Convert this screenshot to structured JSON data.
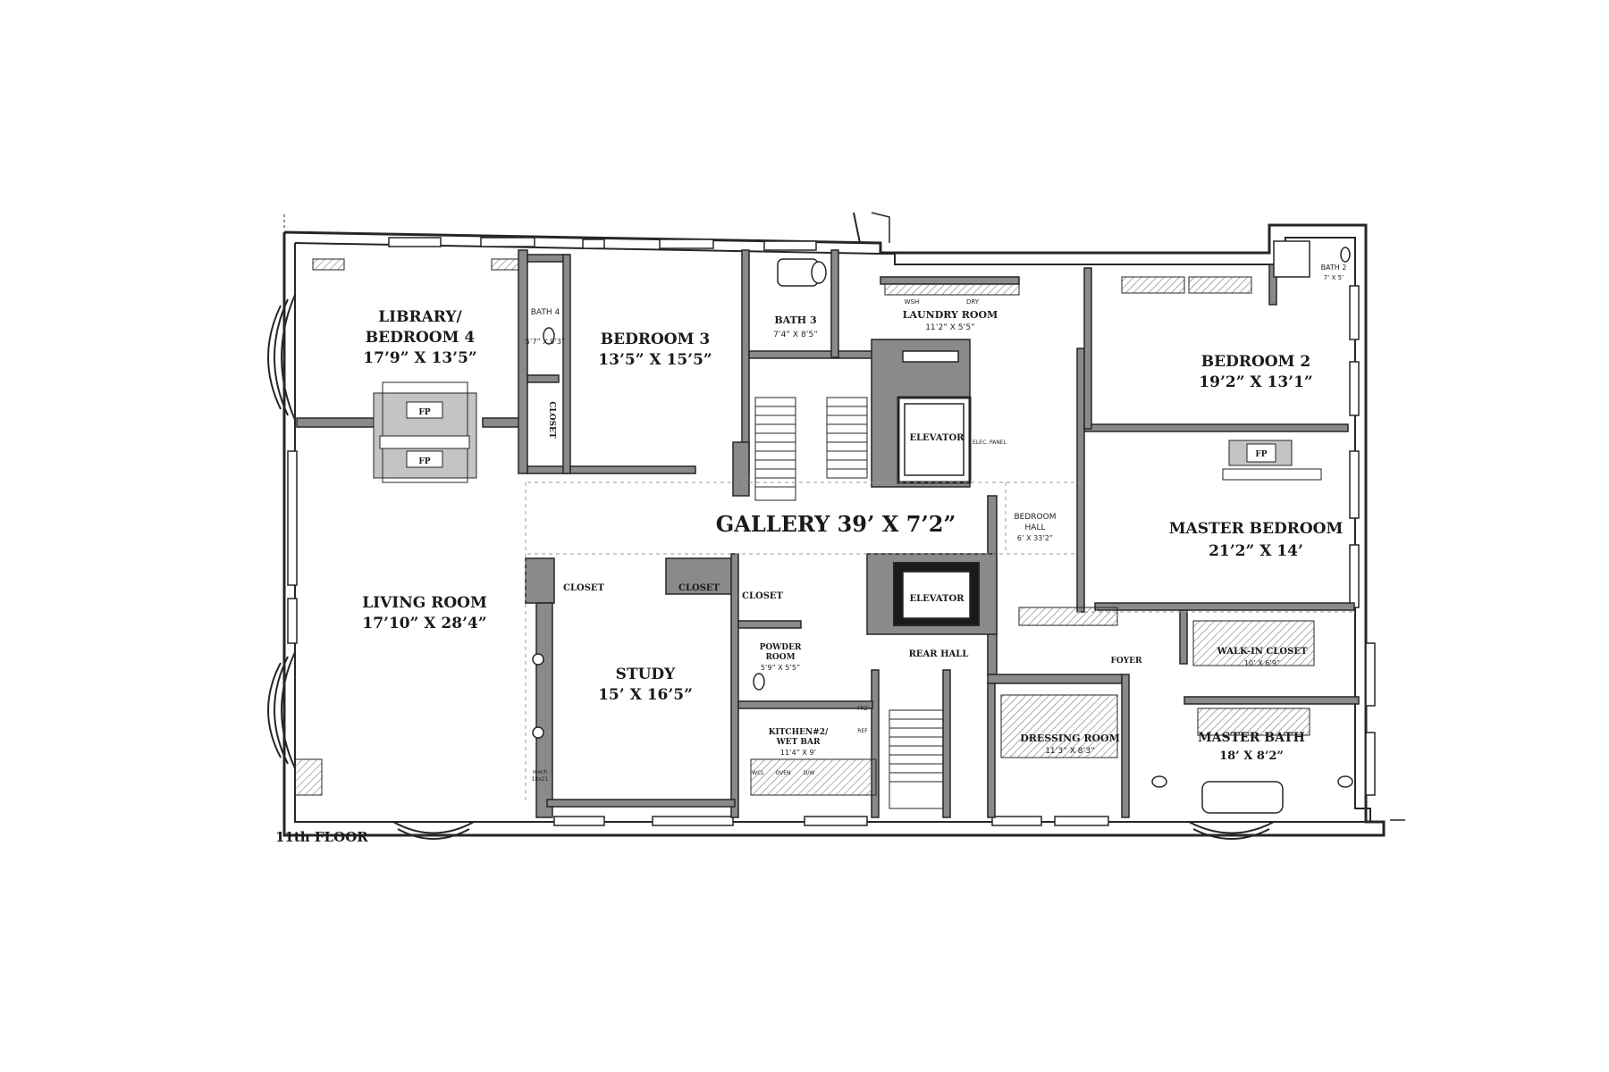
{
  "floor_label": "11th FLOOR",
  "rooms": {
    "library": {
      "name_line1": "LIBRARY/",
      "name_line2": "BEDROOM 4",
      "dims": "17’9” X 13’5”"
    },
    "bedroom3": {
      "name": "BEDROOM 3",
      "dims": "13’5” X 15’5”"
    },
    "bath4": {
      "name": "BATH 4",
      "dims": "5’7” X 9’3”"
    },
    "bath3": {
      "name": "BATH 3",
      "dims": "7’4” X 8’5”"
    },
    "laundry": {
      "name": "LAUNDRY ROOM",
      "dims": "11’2” X 5’5”",
      "wsh": "WSH",
      "dry": "DRY"
    },
    "bath2": {
      "name": "BATH 2",
      "dims": "7’ X 5’"
    },
    "bedroom2": {
      "name": "BEDROOM 2",
      "dims": "19’2” X 13’1”"
    },
    "elevator_main": {
      "name": "ELEVATOR"
    },
    "elevator_rear": {
      "name": "ELEVATOR"
    },
    "elec_panel": {
      "name": "ELEC. PANEL"
    },
    "gallery": {
      "name": "GALLERY 39’ X 7’2”"
    },
    "bedroom_hall": {
      "line1": "BEDROOM",
      "line2": "HALL",
      "dims": "6’ X 33’2”"
    },
    "master_bedroom": {
      "name": "MASTER BEDROOM",
      "dims": "21’2” X 14’"
    },
    "living_room": {
      "name": "LIVING ROOM",
      "dims": "17’10” X 28’4”"
    },
    "study": {
      "name": "STUDY",
      "dims": "15’ X 16’5”"
    },
    "closet_left": {
      "name": "CLOSET"
    },
    "closet_mid": {
      "name": "CLOSET"
    },
    "closet_right": {
      "name": "CLOSET"
    },
    "closet_vertical": {
      "name": "CLOSET"
    },
    "powder_room": {
      "line1": "POWDER",
      "line2": "ROOM",
      "dims": "5’9” X 5’5”"
    },
    "kitchen2": {
      "line1": "KITCHEN#2/",
      "line2": "WET BAR",
      "dims": "11’4” X 9’",
      "wcl": "WCL",
      "oven": "OVEN",
      "dw": "D/W",
      "frz": "FRZ",
      "ref": "REF"
    },
    "rear_hall": {
      "name": "REAR HALL"
    },
    "foyer": {
      "name": "FOYER"
    },
    "walk_in_closet": {
      "name": "WALK-IN CLOSET",
      "dims": "10’ X 6’9”"
    },
    "dressing_room": {
      "name": "DRESSING ROOM",
      "dims": "11’3” X 8’3”"
    },
    "master_bath": {
      "name": "MASTER BATH",
      "dims": "18’ X 8’2”"
    },
    "mech": {
      "line1": "mech",
      "line2": "18x21"
    }
  },
  "fireplace_labels": [
    "FP",
    "FP",
    "FP"
  ],
  "colors": {
    "wall": "#262626",
    "wall_fill": "#8a8a8a",
    "grey_fill": "#c4c4c4",
    "background": "#ffffff"
  }
}
